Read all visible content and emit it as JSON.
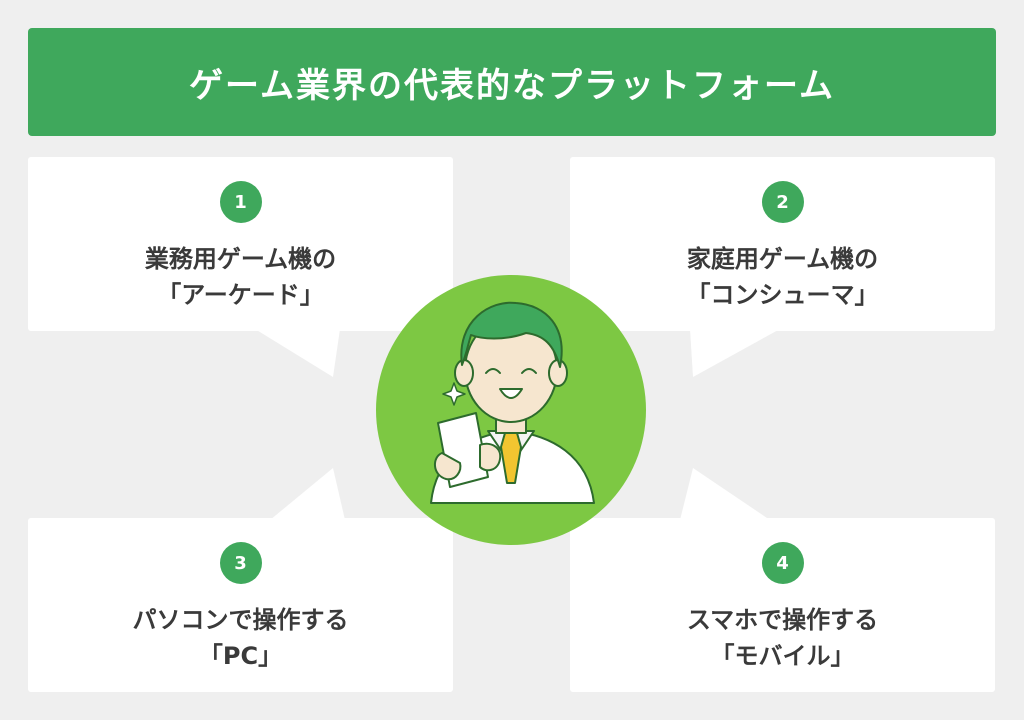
{
  "title": "ゲーム業界の代表的なプラットフォーム",
  "colors": {
    "banner": "#3fa85c",
    "badge": "#3fa85c",
    "circle": "#7dc843",
    "card": "#ffffff",
    "background": "#efefef",
    "text": "#3a3a3a"
  },
  "platforms": [
    {
      "number": "1",
      "line1": "業務用ゲーム機の",
      "line2": "「アーケード」"
    },
    {
      "number": "2",
      "line1": "家庭用ゲーム機の",
      "line2": "「コンシューマ」"
    },
    {
      "number": "3",
      "line1": "パソコンで操作する",
      "line2": "「PC」"
    },
    {
      "number": "4",
      "line1": "スマホで操作する",
      "line2": "「モバイル」"
    }
  ],
  "illustration": {
    "icon": "smiling-man-holding-paper-icon"
  }
}
